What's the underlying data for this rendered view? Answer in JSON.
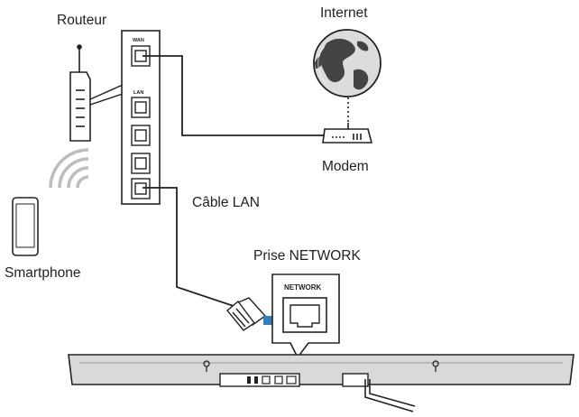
{
  "labels": {
    "router": "Routeur",
    "internet": "Internet",
    "modem": "Modem",
    "lan_cable": "Câble LAN",
    "smartphone": "Smartphone",
    "network_jack": "Prise NETWORK"
  },
  "router_panel": {
    "wan": "WAN",
    "lan": "LAN"
  },
  "jack_label": "NETWORK",
  "colors": {
    "line": "#222222",
    "arrow": "#2f7fc1",
    "soundbar": "#d9d9d9",
    "wifi": "#bdbdbd",
    "globe": "#dcdcdc"
  }
}
